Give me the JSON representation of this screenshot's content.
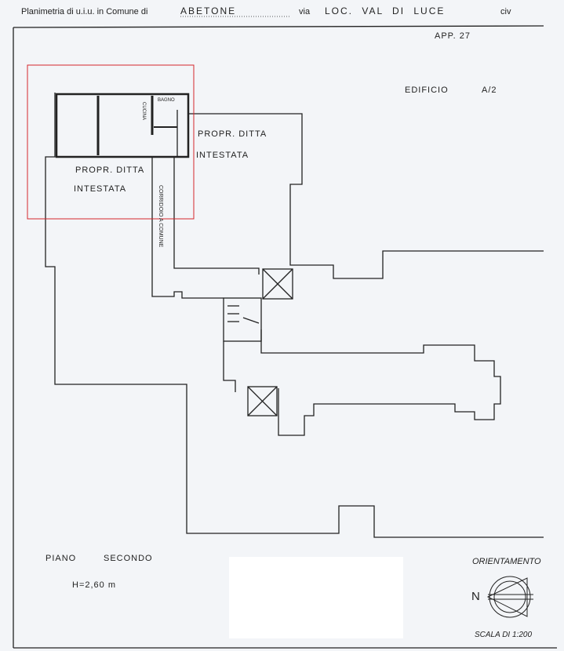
{
  "header": {
    "prefix": "Planimetria di u.i.u. in Comune di",
    "comune": "ABETONE",
    "via_label": "via",
    "via": "LOC. VAL DI LUCE",
    "civ_label": "civ"
  },
  "app": "APP. 27",
  "edificio": {
    "label": "EDIFICIO",
    "value": "A/2"
  },
  "rooms": {
    "cucina": "CUCINA",
    "bagno": "BAGNO",
    "propr_left_1": "PROPR. DITTA",
    "propr_left_2": "INTESTATA",
    "propr_right_1": "PROPR. DITTA",
    "propr_right_2": "INTESTATA",
    "corridoio": "CORRIDOIO A COMUNE"
  },
  "floor": {
    "label": "PIANO",
    "value": "SECONDO",
    "height": "H=2,60 m"
  },
  "orientation": {
    "label": "ORIENTAMENTO",
    "north": "N"
  },
  "scale": "SCALA DI 1:200",
  "colors": {
    "highlight": "#d4262c",
    "ink": "#222222"
  }
}
